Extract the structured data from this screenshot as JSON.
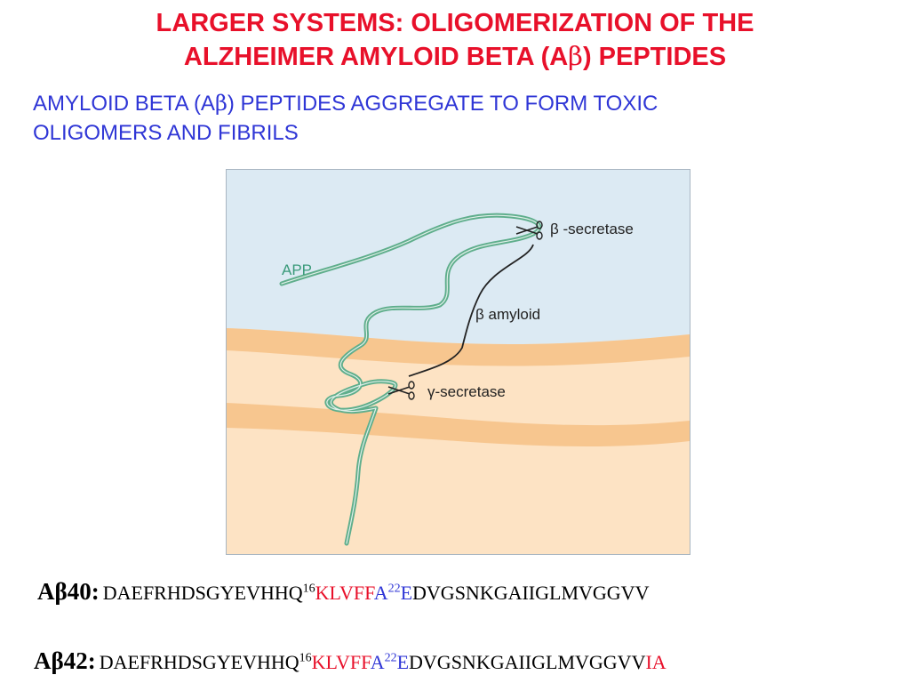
{
  "title": {
    "line1": "LARGER SYSTEMS:  OLIGOMERIZATION OF THE",
    "line2_prefix": "ALZHEIMER AMYLOID BETA (A",
    "line2_beta": "β",
    "line2_suffix": ") PEPTIDES"
  },
  "subtitle": {
    "line1_prefix": "AMYLOID BETA (A",
    "line1_beta": "β",
    "line1_suffix": ") PEPTIDES AGGREGATE TO FORM TOXIC",
    "line2": "OLIGOMERS AND FIBRILS"
  },
  "figure": {
    "app_label": "APP",
    "beta_secretase_label": "β -secretase",
    "beta_amyloid_label": "β  amyloid",
    "gamma_secretase_label": "γ-secretase",
    "colors": {
      "protein": "#5fae8c",
      "extracellular": "#dceaf3",
      "membrane": "#f7c68f",
      "cytoplasm": "#fde3c4"
    }
  },
  "sequences": [
    {
      "name": "Aβ40",
      "colon": ":",
      "seg1": "DAEFRHDSGYEVHHQ",
      "sup16": "16",
      "seg_red": "KLVFF",
      "seg_blue_a": "A",
      "sup22": "22",
      "seg_blue_e": "E",
      "seg_rest": "DVGSNKGAIIGLMVGGVV",
      "seg_tail": ""
    },
    {
      "name": "Aβ42",
      "colon": ":",
      "seg1": "DAEFRHDSGYEVHHQ",
      "sup16": "16",
      "seg_red": "KLVFF",
      "seg_blue_a": "A",
      "sup22": "22",
      "seg_blue_e": "E",
      "seg_rest": "DVGSNKGAIIGLMVGGVV",
      "seg_tail": "IA"
    }
  ]
}
